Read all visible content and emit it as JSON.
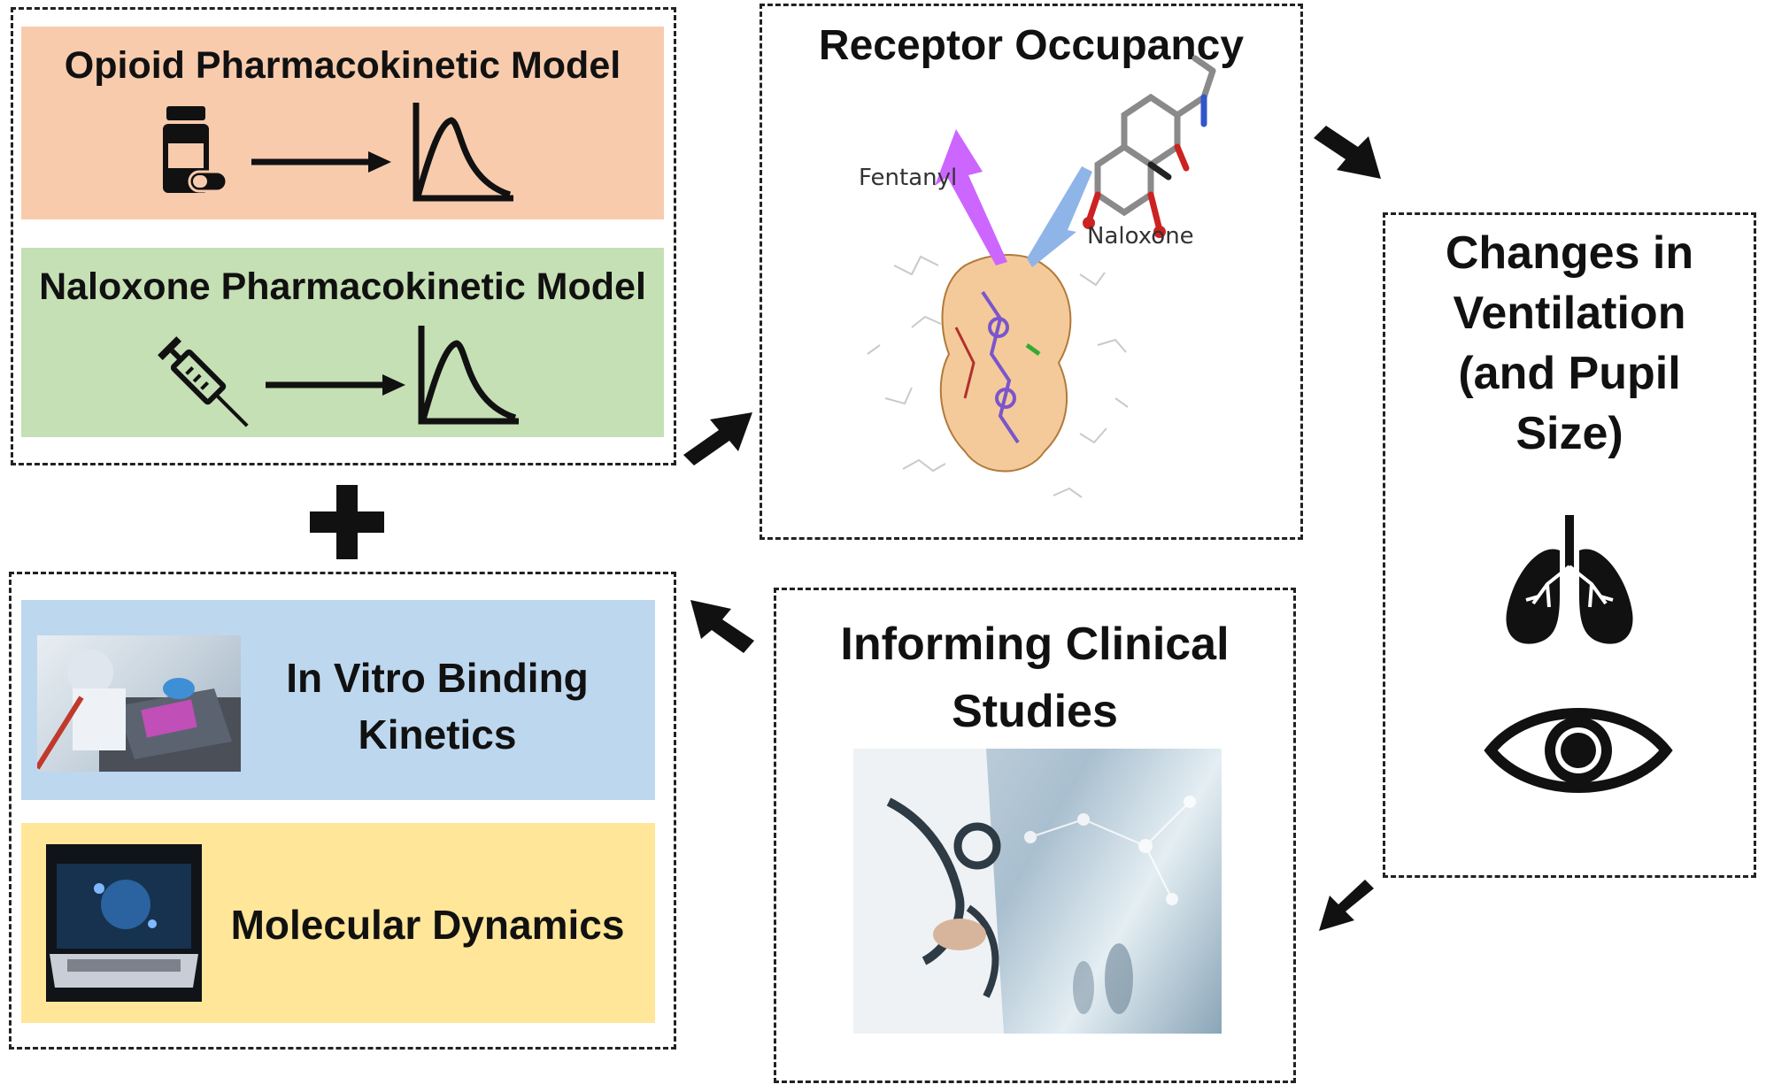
{
  "pk_models": {
    "opioid": {
      "title": "Opioid Pharmacokinetic Model",
      "bg": "#f8cbad"
    },
    "naloxone": {
      "title": "Naloxone Pharmacokinetic Model",
      "bg": "#c5e0b4"
    }
  },
  "binding": {
    "in_vitro": {
      "title_line1": "In Vitro Binding",
      "title_line2": "Kinetics",
      "bg": "#bdd7ee"
    },
    "md": {
      "title": "Molecular Dynamics",
      "bg": "#ffe699"
    }
  },
  "receptor": {
    "title": "Receptor Occupancy",
    "fentanyl_label": "Fentanyl",
    "naloxone_label": "Naloxone"
  },
  "ventilation": {
    "line1": "Changes in",
    "line2": "Ventilation",
    "line3": "(and Pupil",
    "line4": "Size)"
  },
  "clinical": {
    "line1": "Informing Clinical",
    "line2": "Studies"
  },
  "icons": [
    "pill-bottle-icon",
    "arrow-right-icon",
    "pk-curve-icon",
    "syringe-icon",
    "plus-icon",
    "lungs-icon",
    "eye-icon",
    "flow-arrow-icon"
  ],
  "colors": {
    "fentanyl_arrow": "#cc66ff",
    "naloxone_arrow": "#8fb4e8",
    "text": "#111111"
  }
}
